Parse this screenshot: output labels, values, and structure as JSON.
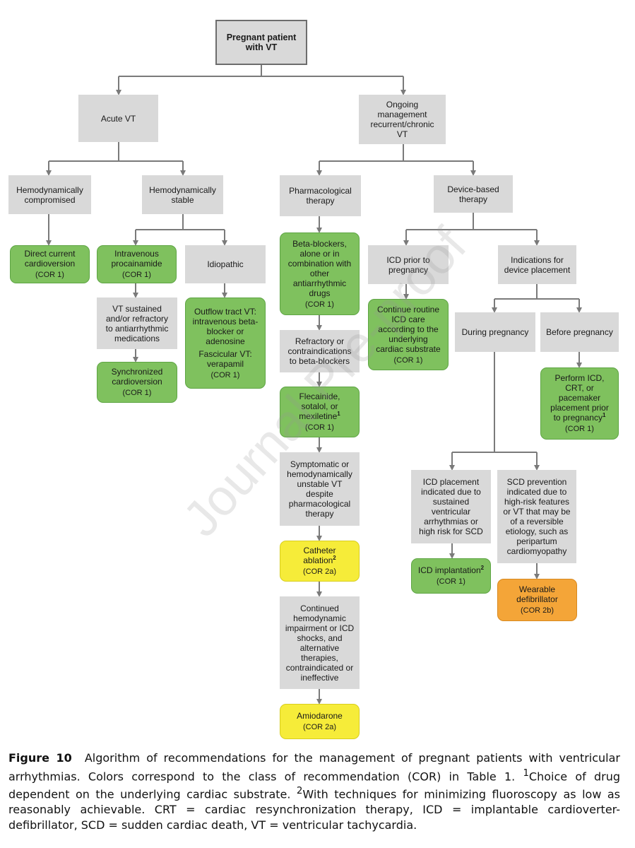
{
  "nodes": {
    "root": {
      "text": "Pregnant patient\nwith VT"
    },
    "acute": {
      "text": "Acute VT"
    },
    "ongoing": {
      "text": "Ongoing\nmanagement\nrecurrent/chronic\nVT"
    },
    "hemo_comp": {
      "text": "Hemodynamically\ncompromised"
    },
    "hemo_stable": {
      "text": "Hemodynamically\nstable"
    },
    "pharm": {
      "text": "Pharmacological\ntherapy"
    },
    "device": {
      "text": "Device-based\ntherapy"
    },
    "dc_cardio": {
      "text": "Direct current\ncardioversion",
      "cor": "(COR 1)"
    },
    "iv_proc": {
      "text": "Intravenous\nprocainamide",
      "cor": "(COR 1)"
    },
    "idiopathic": {
      "text": "Idiopathic"
    },
    "vt_sustained": {
      "text": "VT sustained\nand/or refractory\nto antiarrhythmic\nmedications"
    },
    "sync_cardio": {
      "text": "Synchronized\ncardioversion",
      "cor": "(COR 1)"
    },
    "outflow": {
      "text": "Outflow tract VT:\nintravenous beta-\nblocker or\nadenosine",
      "text2": "Fascicular VT:\nverapamil",
      "cor": "(COR 1)"
    },
    "beta": {
      "text": "Beta-blockers,\nalone or in\ncombination with\nother\nantiarrhythmic\ndrugs",
      "cor": "(COR 1)"
    },
    "refractory": {
      "text": "Refractory or\ncontraindications\nto beta-blockers"
    },
    "flecainide": {
      "text": "Flecainide,\nsotalol, or\nmexiletine",
      "sup": "1",
      "cor": "(COR 1)"
    },
    "symptomatic": {
      "text": "Symptomatic or\nhemodynamically\nunstable VT\ndespite\npharmacological\ntherapy"
    },
    "catheter": {
      "text": "Catheter\nablation",
      "sup": "2",
      "cor": "(COR 2a)"
    },
    "continued": {
      "text": "Continued\nhemodynamic\nimpairment or ICD\nshocks, and\nalternative\ntherapies,\ncontraindicated or\nineffective"
    },
    "amiodarone": {
      "text": "Amiodarone",
      "cor": "(COR 2a)"
    },
    "icd_prior": {
      "text": "ICD prior to\npregnancy"
    },
    "continue_routine": {
      "text": "Continue routine\nICD care\naccording to the\nunderlying\ncardiac substrate",
      "cor": "(COR 1)"
    },
    "indications": {
      "text": "Indications for\ndevice placement"
    },
    "during": {
      "text": "During pregnancy"
    },
    "before": {
      "text": "Before pregnancy"
    },
    "perform_icd": {
      "text": "Perform ICD,\nCRT, or\npacemaker\nplacement prior\nto pregnancy",
      "sup": "1",
      "cor": "(COR 1)"
    },
    "icd_placement": {
      "text": "ICD placement\nindicated due to\nsustained\nventricular\narrhythmias or\nhigh risk for SCD"
    },
    "scd_prevention": {
      "text": "SCD prevention\nindicated due to\nhigh-risk features\nor VT that may be\nof a reversible\netiology, such as\nperipartum\ncardiomyopathy"
    },
    "icd_implant": {
      "text": "ICD implantation",
      "sup": "2",
      "cor": "(COR 1)"
    },
    "wearable": {
      "text": "Wearable\ndefibrillator",
      "cor": "(COR 2b)"
    }
  },
  "colors": {
    "gray": "#d9d9d9",
    "cor1": "#7fc15e",
    "cor2a": "#f6ec39",
    "cor2b": "#f4a538",
    "arrow": "#7a7a7a"
  },
  "watermark": "Journal Pre-proof",
  "caption": {
    "label": "Figure 10",
    "part1": "Algorithm of recommendations for the management of pregnant patients with ventricular arrhythmias. Colors correspond to the class of recommendation (COR) in Table 1. ",
    "fn1_mark": "1",
    "fn1_text": "Choice of drug dependent on the underlying cardiac substrate. ",
    "fn2_mark": "2",
    "fn2_text": "With techniques for minimizing fluoroscopy as low as reasonably achievable. CRT = cardiac resynchronization therapy, ICD = implantable cardioverter-defibrillator, SCD = sudden cardiac death, VT = ventricular tachycardia."
  }
}
